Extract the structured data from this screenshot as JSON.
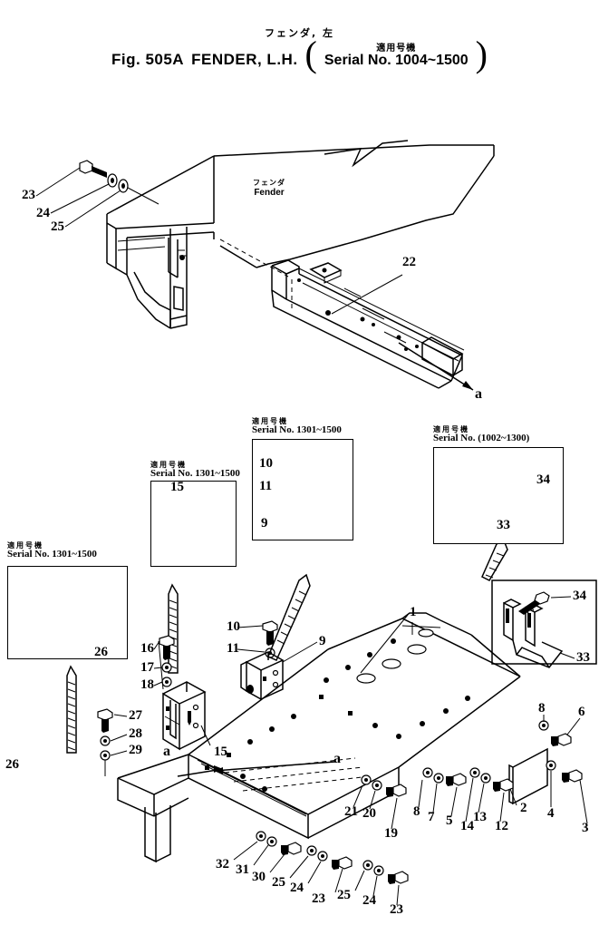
{
  "header": {
    "jp_title": "フェンダ,  左",
    "fig_id": "Fig. 505A",
    "fig_name": "FENDER, L.H.",
    "serial_jp": "適用号機",
    "serial_en": "Serial  No.  1004~1500"
  },
  "labels": {
    "fender_jp": "フェンダ",
    "fender_en": "Fender",
    "section_a_top": "a",
    "section_a_left": "a",
    "section_a_mid": "a"
  },
  "insets": [
    {
      "id": "inset-26",
      "jp": "適用号機",
      "en": "Serial No. 1301~1500",
      "callouts": [
        "26"
      ]
    },
    {
      "id": "inset-15",
      "jp": "適用号機",
      "en": "Serial No. 1301~1500",
      "callouts": [
        "15"
      ]
    },
    {
      "id": "inset-9",
      "jp": "適用号機",
      "en": "Serial No. 1301~1500",
      "callouts": [
        "10",
        "11",
        "9"
      ]
    },
    {
      "id": "inset-33",
      "jp": "適用号機",
      "en": "Serial No. (1002~1300)",
      "callouts": [
        "34",
        "33"
      ]
    }
  ],
  "callouts": {
    "c23a": "23",
    "c24a": "24",
    "c25a": "25",
    "c22": "22",
    "i10a": "10",
    "i11a": "11",
    "i9a": "9",
    "i15": "15",
    "i26": "26",
    "i34a": "34",
    "i33a": "33",
    "c10": "10",
    "c11": "11",
    "c9": "9",
    "c16": "16",
    "c17": "17",
    "c18": "18",
    "c27": "27",
    "c28": "28",
    "c29": "29",
    "c15": "15",
    "c26": "26",
    "c1": "1",
    "c34": "34",
    "c33": "33",
    "c8r": "8",
    "c6": "6",
    "c8": "8",
    "c7": "7",
    "c5": "5",
    "c14": "14",
    "c13": "13",
    "c12": "12",
    "c2": "2",
    "c4": "4",
    "c3": "3",
    "c21": "21",
    "c20": "20",
    "c19": "19",
    "c32": "32",
    "c31": "31",
    "c30": "30",
    "c25b": "25",
    "c24b": "24",
    "c23b": "23",
    "c25c": "25",
    "c24c": "24",
    "c23c": "23"
  },
  "colors": {
    "ink": "#000000",
    "paper": "#ffffff"
  }
}
